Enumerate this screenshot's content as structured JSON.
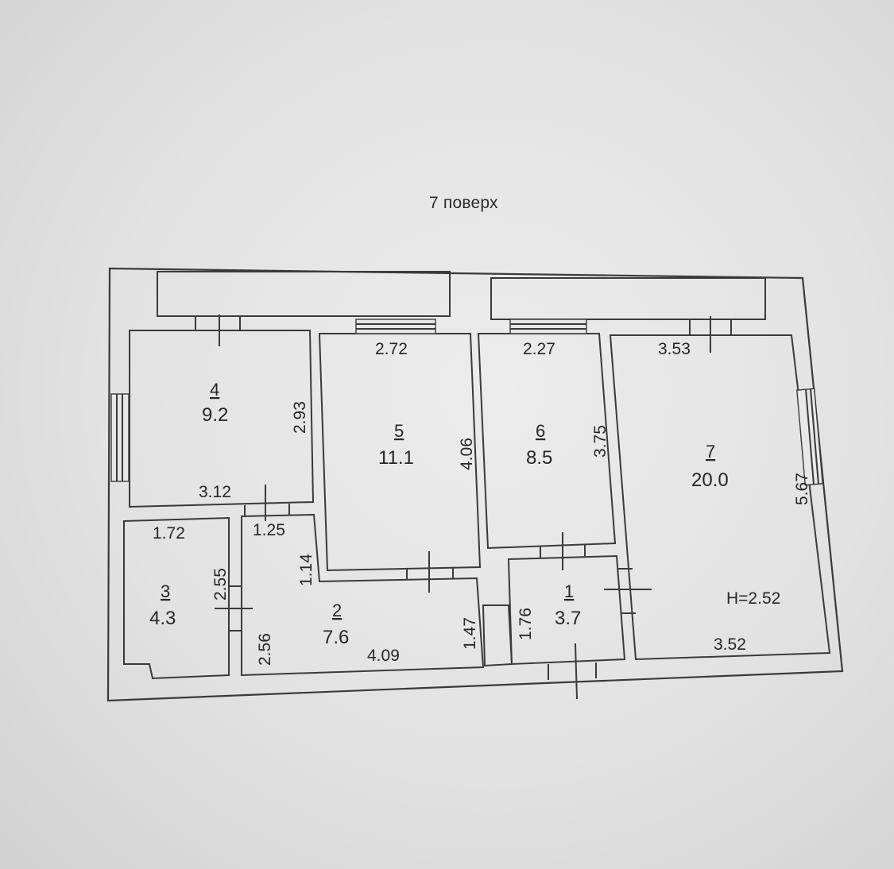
{
  "floor_title": "7 поверх",
  "rooms": [
    {
      "num": "4",
      "area": "9.2"
    },
    {
      "num": "5",
      "area": "11.1"
    },
    {
      "num": "6",
      "area": "8.5"
    },
    {
      "num": "7",
      "area": "20.0"
    },
    {
      "num": "3",
      "area": "4.3"
    },
    {
      "num": "2",
      "area": "7.6"
    },
    {
      "num": "1",
      "area": "3.7"
    }
  ],
  "dimensions": [
    "2.72",
    "2.27",
    "3.53",
    "2.93",
    "3.12",
    "4.06",
    "3.75",
    "5.67",
    "1.72",
    "1.25",
    "2.55",
    "2.56",
    "1.14",
    "4.09",
    "1.47",
    "1.76",
    "3.52"
  ],
  "ceiling_height": "H=2.52"
}
